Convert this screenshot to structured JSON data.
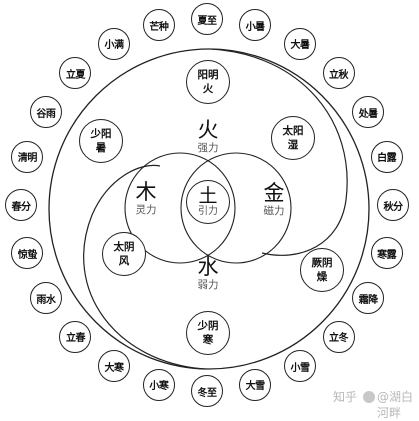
{
  "solar_terms": [
    "夏至",
    "小暑",
    "大暑",
    "立秋",
    "处暑",
    "白露",
    "秋分",
    "寒露",
    "霜降",
    "立冬",
    "小雪",
    "大雪",
    "冬至",
    "小寒",
    "大寒",
    "立春",
    "雨水",
    "惊蛰",
    "春分",
    "清明",
    "谷雨",
    "立夏",
    "小满",
    "芒种"
  ],
  "qi": [
    {
      "line1": "阳明",
      "line2": "火"
    },
    {
      "line1": "太阳",
      "line2": "湿"
    },
    {
      "line1": "厥阴",
      "line2": "燥"
    },
    {
      "line1": "少阴",
      "line2": "寒"
    },
    {
      "line1": "太阴",
      "line2": "风"
    },
    {
      "line1": "少阳",
      "line2": "暑"
    }
  ],
  "center": {
    "char": "土",
    "label": "引力"
  },
  "elements": [
    {
      "char": "火",
      "label": "强力"
    },
    {
      "char": "木",
      "label": "灵力"
    },
    {
      "char": "金",
      "label": "磁力"
    },
    {
      "char": "水",
      "label": "弱力"
    }
  ],
  "watermark": {
    "site": "知乎",
    "author": "@湖白河畔"
  }
}
